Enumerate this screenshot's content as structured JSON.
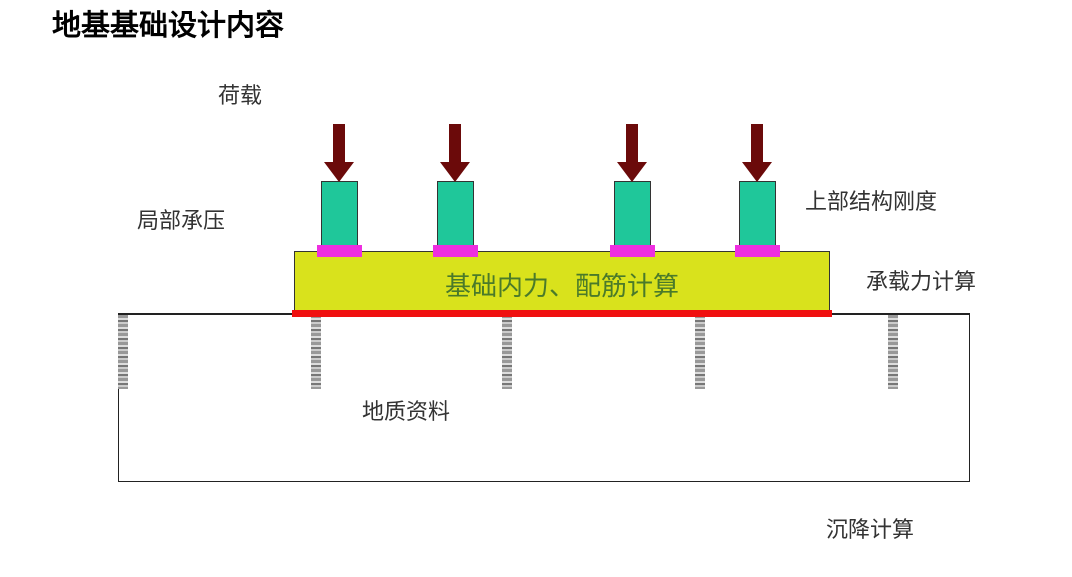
{
  "title": "地基基础设计内容",
  "labels": {
    "load": "荷载",
    "local_bearing": "局部承压",
    "superstructure_stiffness": "上部结构刚度",
    "bearing_capacity": "承载力计算",
    "geology": "地质资料",
    "settlement": "沉降计算",
    "foundation_calc": "基础内力、配筋计算"
  },
  "colors": {
    "arrow": "#6b0a0a",
    "column": "#1fc79a",
    "pad": "#ee2ee0",
    "slab": "#d9e21c",
    "base_line": "#f01010"
  }
}
